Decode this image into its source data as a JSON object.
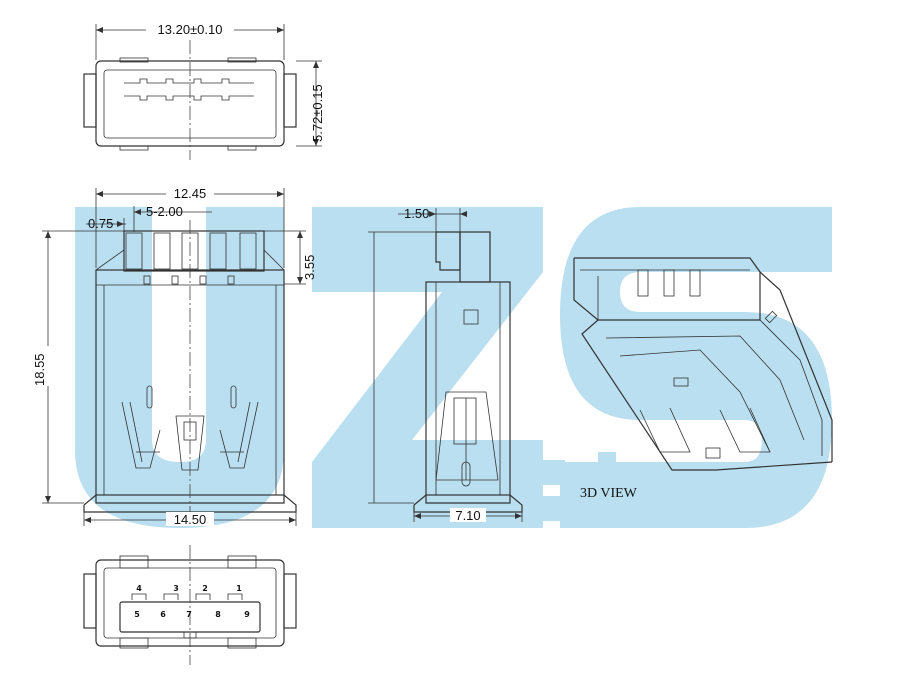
{
  "watermark": {
    "text": "UZS",
    "color": "#b9dff0"
  },
  "top_view": {
    "width_dim": "13.20±0.10",
    "height_dim": "5.72±0.15"
  },
  "front_view": {
    "overall_width": "12.45",
    "pitch": "5-2.00",
    "offset": "0.75",
    "pin_height": "3.55",
    "height": "18.55",
    "base_width": "14.50"
  },
  "side_view": {
    "tab_width": "1.50",
    "base_width": "7.10"
  },
  "iso_view": {
    "label": "3D VIEW"
  },
  "bottom_view": {
    "pins_top": [
      "4",
      "3",
      "2",
      "1"
    ],
    "pins_bottom": [
      "5",
      "6",
      "7",
      "8",
      "9"
    ]
  }
}
